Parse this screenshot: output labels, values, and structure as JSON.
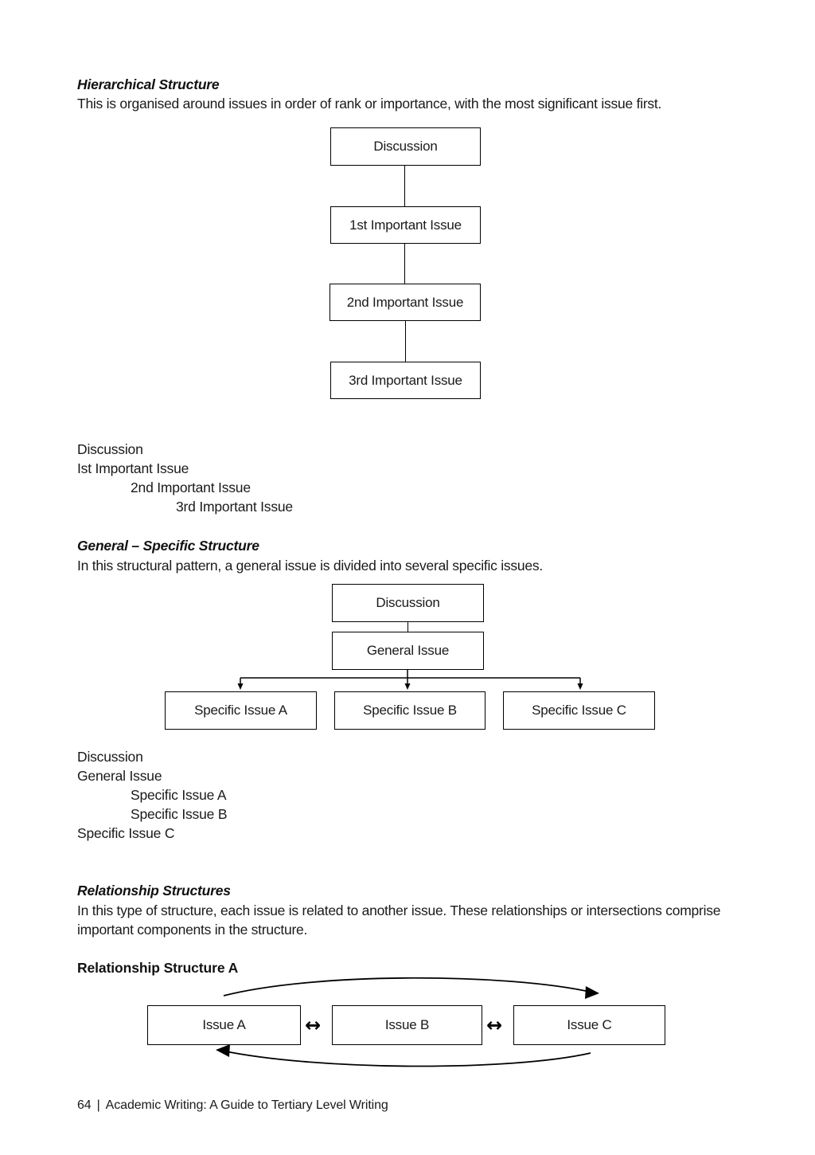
{
  "page": {
    "number": "64",
    "separator": "|",
    "footer_title": "Academic Writing: A Guide to Tertiary Level Writing"
  },
  "sections": [
    {
      "heading": "Hierarchical Structure",
      "body": "This is organised around issues in order of rank or importance, with the most significant issue first."
    },
    {
      "heading": "General – Specific Structure",
      "body": "In this structural pattern, a general issue is divided into several specific issues."
    },
    {
      "heading": "Relationship Structures",
      "body": "In this type of structure, each issue is related to another issue. These relationships or intersections comprise important components in the structure."
    },
    {
      "heading": "Relationship Structure A"
    }
  ],
  "hierarchical_diagram": {
    "nodes": [
      {
        "label": "Discussion"
      },
      {
        "label": "1st Important Issue"
      },
      {
        "label": "2nd Important Issue"
      },
      {
        "label": "3rd Important Issue"
      }
    ]
  },
  "hierarchical_outline": [
    {
      "text": "Discussion",
      "indent": 0
    },
    {
      "text": "Ist Important Issue",
      "indent": 0
    },
    {
      "text": "2nd Important Issue",
      "indent": 1
    },
    {
      "text": "3rd Important Issue",
      "indent": 2
    }
  ],
  "general_specific_diagram": {
    "top": "Discussion",
    "general": "General Issue",
    "specific": [
      {
        "label": "Specific Issue A"
      },
      {
        "label": "Specific Issue B"
      },
      {
        "label": "Specific Issue C"
      }
    ]
  },
  "general_specific_outline": [
    {
      "text": "Discussion",
      "indent": 0
    },
    {
      "text": "General Issue",
      "indent": 0
    },
    {
      "text": "Specific Issue A",
      "indent": 1
    },
    {
      "text": "Specific Issue B",
      "indent": 1
    },
    {
      "text": "Specific Issue C",
      "indent": 0
    }
  ],
  "relationship_diagram": {
    "nodes": [
      {
        "label": "Issue A"
      },
      {
        "label": "Issue B"
      },
      {
        "label": "Issue C"
      }
    ],
    "connectors": [
      {
        "glyph": "↔",
        "name": "double-arrow-a-b"
      },
      {
        "glyph": "↔",
        "name": "double-arrow-b-c"
      }
    ]
  },
  "colors": {
    "text": "#1a1a1a",
    "line": "#000000",
    "background": "#ffffff"
  }
}
